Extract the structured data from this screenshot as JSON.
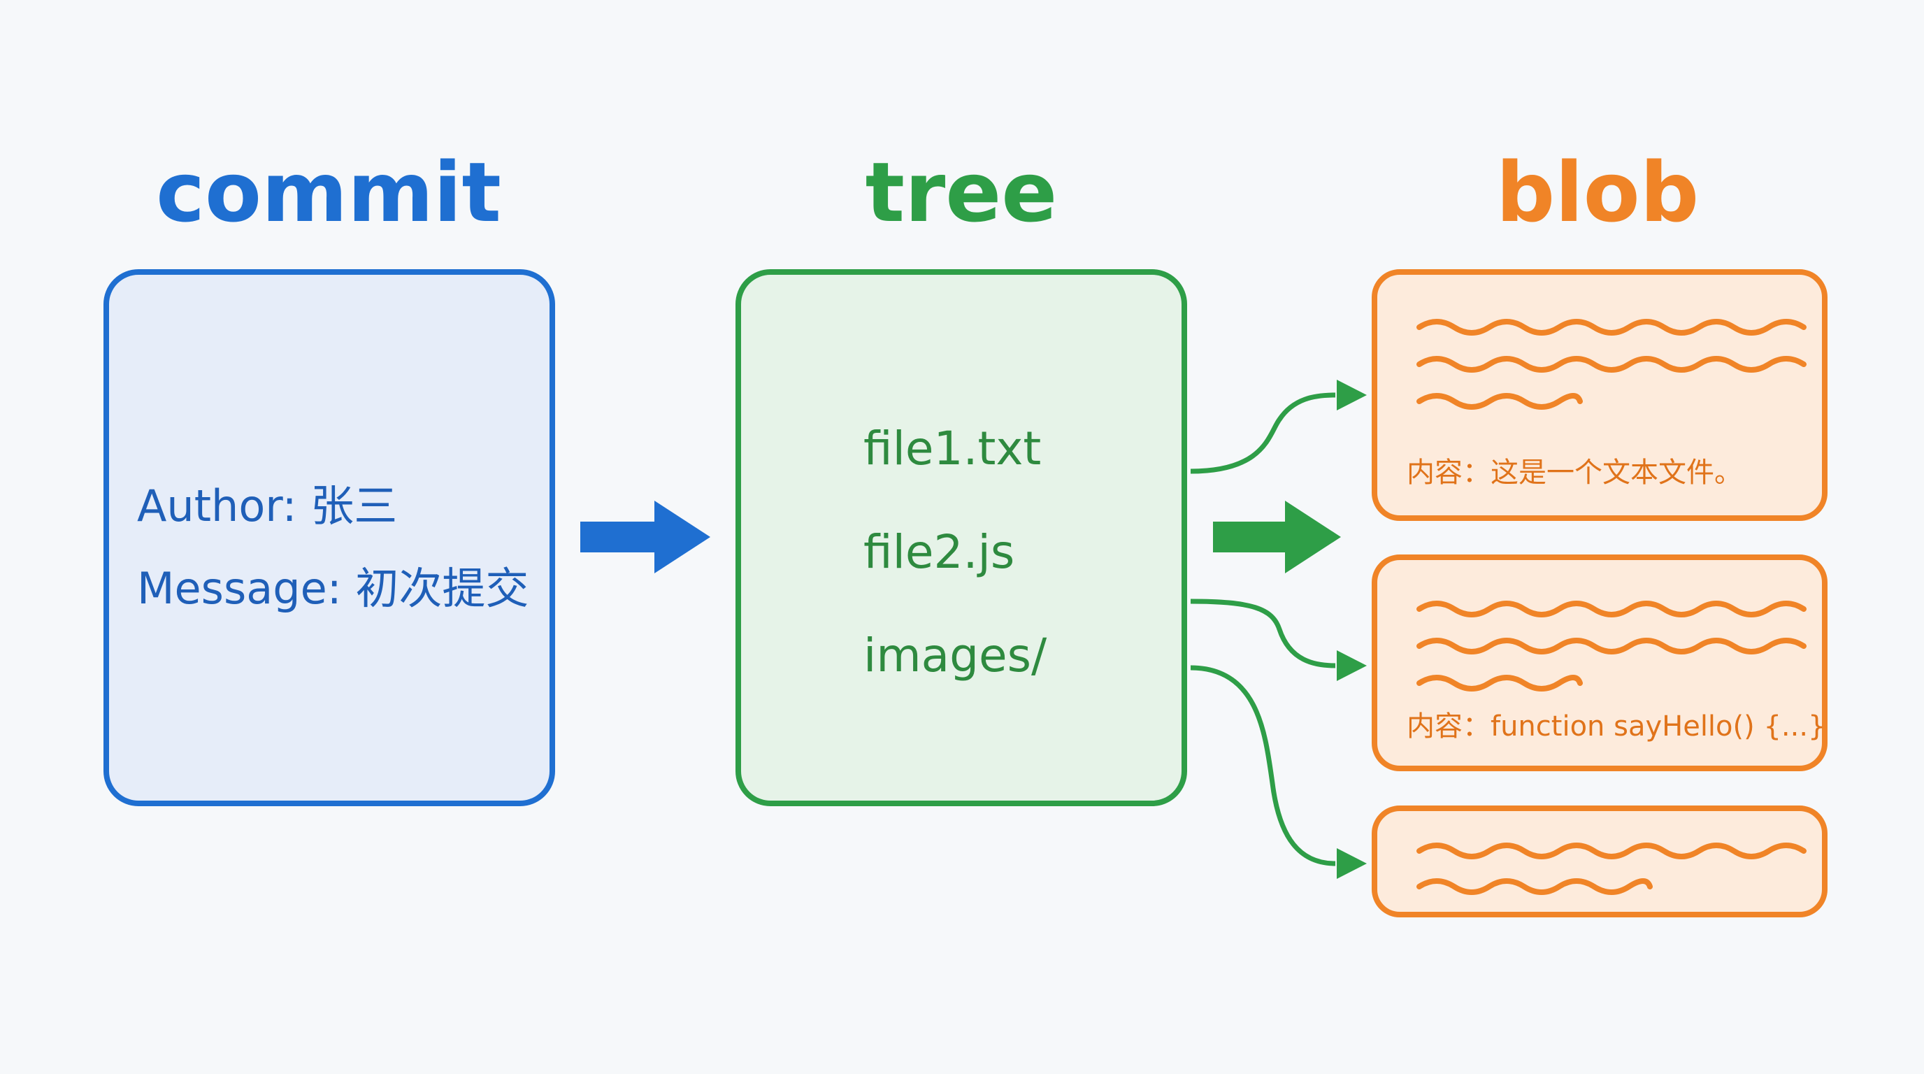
{
  "titles": {
    "commit": "commit",
    "tree": "tree",
    "blob": "blob"
  },
  "commit": {
    "author_line": "Author: 张三",
    "message_line": "Message: 初次提交"
  },
  "tree": {
    "entries": [
      "file1.txt",
      "file2.js",
      "images/"
    ]
  },
  "blobs": [
    {
      "content": "内容：这是一个文本文件。"
    },
    {
      "content": "内容：function sayHello() {...}"
    },
    {
      "content": ""
    }
  ],
  "colors": {
    "commit": "#1f6fd1",
    "tree": "#2e9e47",
    "blob": "#f08427"
  }
}
